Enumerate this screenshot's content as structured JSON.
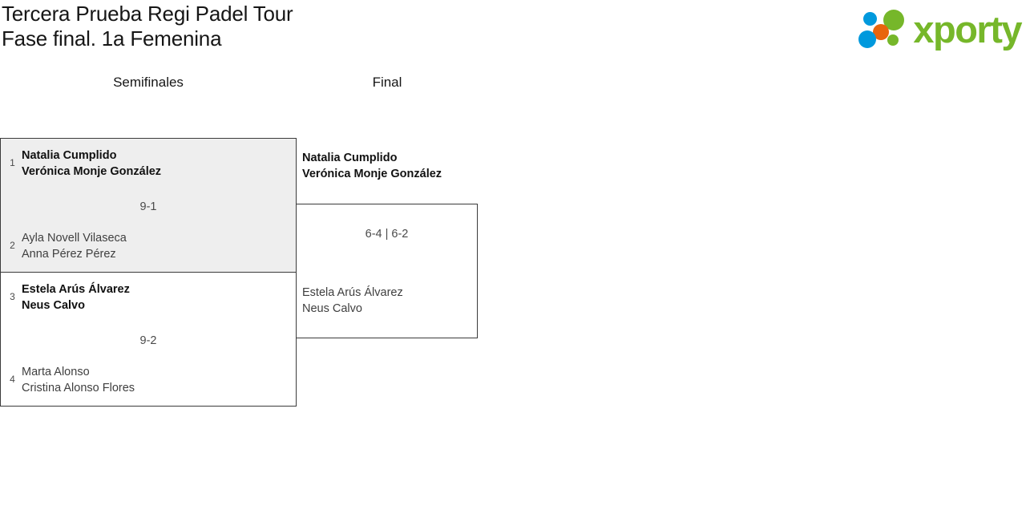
{
  "header": {
    "title_line_1": "Tercera Prueba Regi Padel Tour",
    "title_line_2": "Fase final. 1a Femenina",
    "logo": {
      "wordmark": "xporty",
      "colors": {
        "green": "#76B72A",
        "blue": "#0099DD",
        "orange": "#E8650D"
      },
      "dots": [
        "blue-small-dot",
        "green-large-dot",
        "orange-dot",
        "blue-large-dot",
        "green-small-dot"
      ]
    }
  },
  "bracket": {
    "rounds": [
      {
        "label": "Semifinales"
      },
      {
        "label": "Final"
      }
    ],
    "semifinals": [
      {
        "highlighted": true,
        "score": "9-1",
        "top": {
          "seed": "1",
          "player_1": "Natalia Cumplido",
          "player_2": "Verónica Monje González",
          "winner": true
        },
        "bottom": {
          "seed": "2",
          "player_1": "Ayla Novell Vilaseca",
          "player_2": "Anna Pérez Pérez",
          "winner": false
        }
      },
      {
        "highlighted": false,
        "score": "9-2",
        "top": {
          "seed": "3",
          "player_1": "Estela Arús Álvarez",
          "player_2": "Neus Calvo",
          "winner": true
        },
        "bottom": {
          "seed": "4",
          "player_1": "Marta Alonso",
          "player_2": "Cristina Alonso Flores",
          "winner": false
        }
      }
    ],
    "final": {
      "score": "6-4 | 6-2",
      "top": {
        "player_1": "Natalia Cumplido",
        "player_2": "Verónica Monje González",
        "winner": true
      },
      "bottom": {
        "player_1": "Estela Arús Álvarez",
        "player_2": "Neus Calvo",
        "winner": false
      }
    }
  }
}
